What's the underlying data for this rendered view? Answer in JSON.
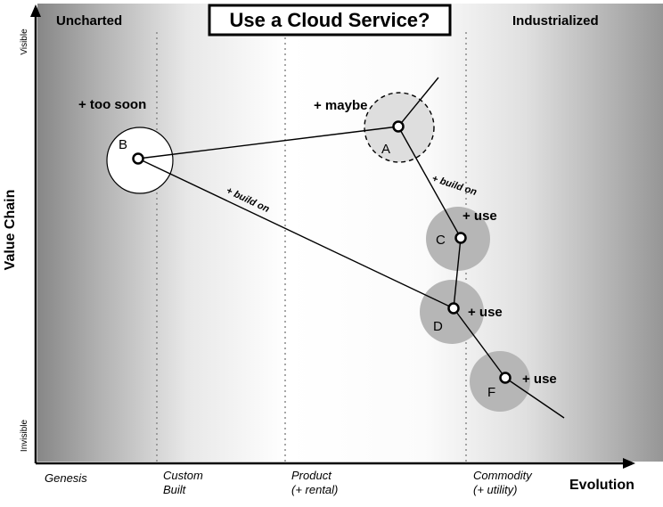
{
  "title": "Use a Cloud Service?",
  "regions": {
    "left": "Uncharted",
    "right": "Industrialized"
  },
  "y_axis": {
    "label": "Value Chain",
    "top": "Visible",
    "bottom": "Invisible"
  },
  "x_axis": {
    "label": "Evolution",
    "stages": [
      {
        "line1": "Genesis",
        "line2": ""
      },
      {
        "line1": "Custom",
        "line2": "Built"
      },
      {
        "line1": "Product",
        "line2": "(+ rental)"
      },
      {
        "line1": "Commodity",
        "line2": "(+ utility)"
      }
    ]
  },
  "nodes": [
    {
      "id": "B",
      "annotation": "+ too soon"
    },
    {
      "id": "A",
      "annotation": "+ maybe"
    },
    {
      "id": "C",
      "annotation": "+ use"
    },
    {
      "id": "D",
      "annotation": "+ use"
    },
    {
      "id": "F",
      "annotation": "+ use"
    }
  ],
  "edge_labels": {
    "b_to_d": "+ build on",
    "a_to_c": "+ build on"
  },
  "colors": {
    "halo_fill": "#b6b6b6",
    "halo_a_fill": "#dedede",
    "halo_b_fill": "#ffffff",
    "line": "#000000",
    "bg_left": "#878787",
    "bg_right": "#969696"
  }
}
